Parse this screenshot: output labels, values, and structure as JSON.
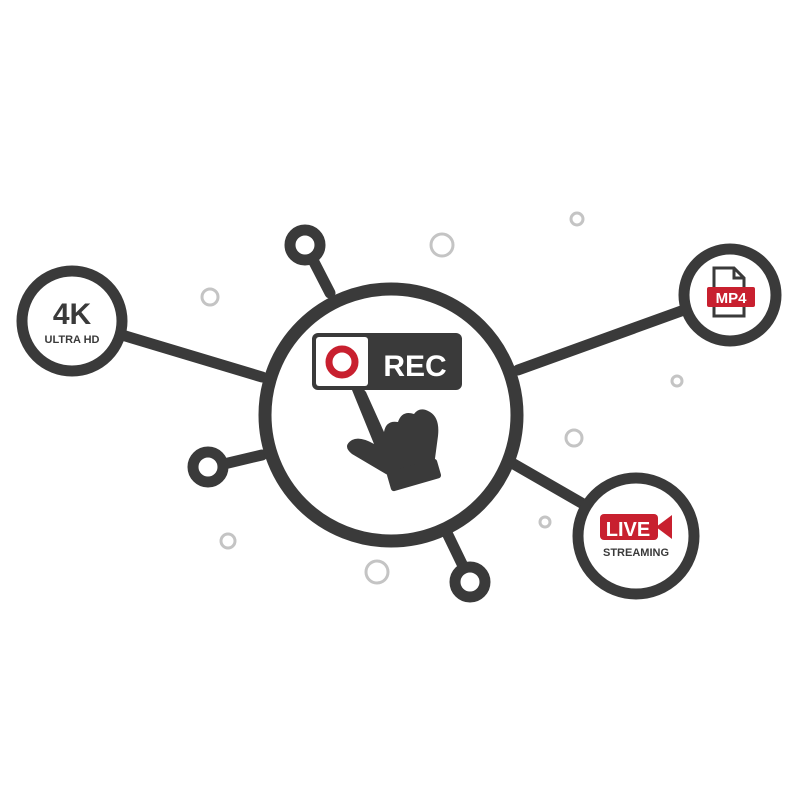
{
  "center": {
    "button_label": "REC"
  },
  "nodes": {
    "quality": {
      "main": "4K",
      "sub": "ULTRA HD"
    },
    "format": {
      "label": "MP4"
    },
    "live": {
      "main": "LIVE",
      "sub": "STREAMING"
    }
  },
  "colors": {
    "dark": "#3a3a3a",
    "red": "#c8202f",
    "dot": "#c4c4c4"
  }
}
